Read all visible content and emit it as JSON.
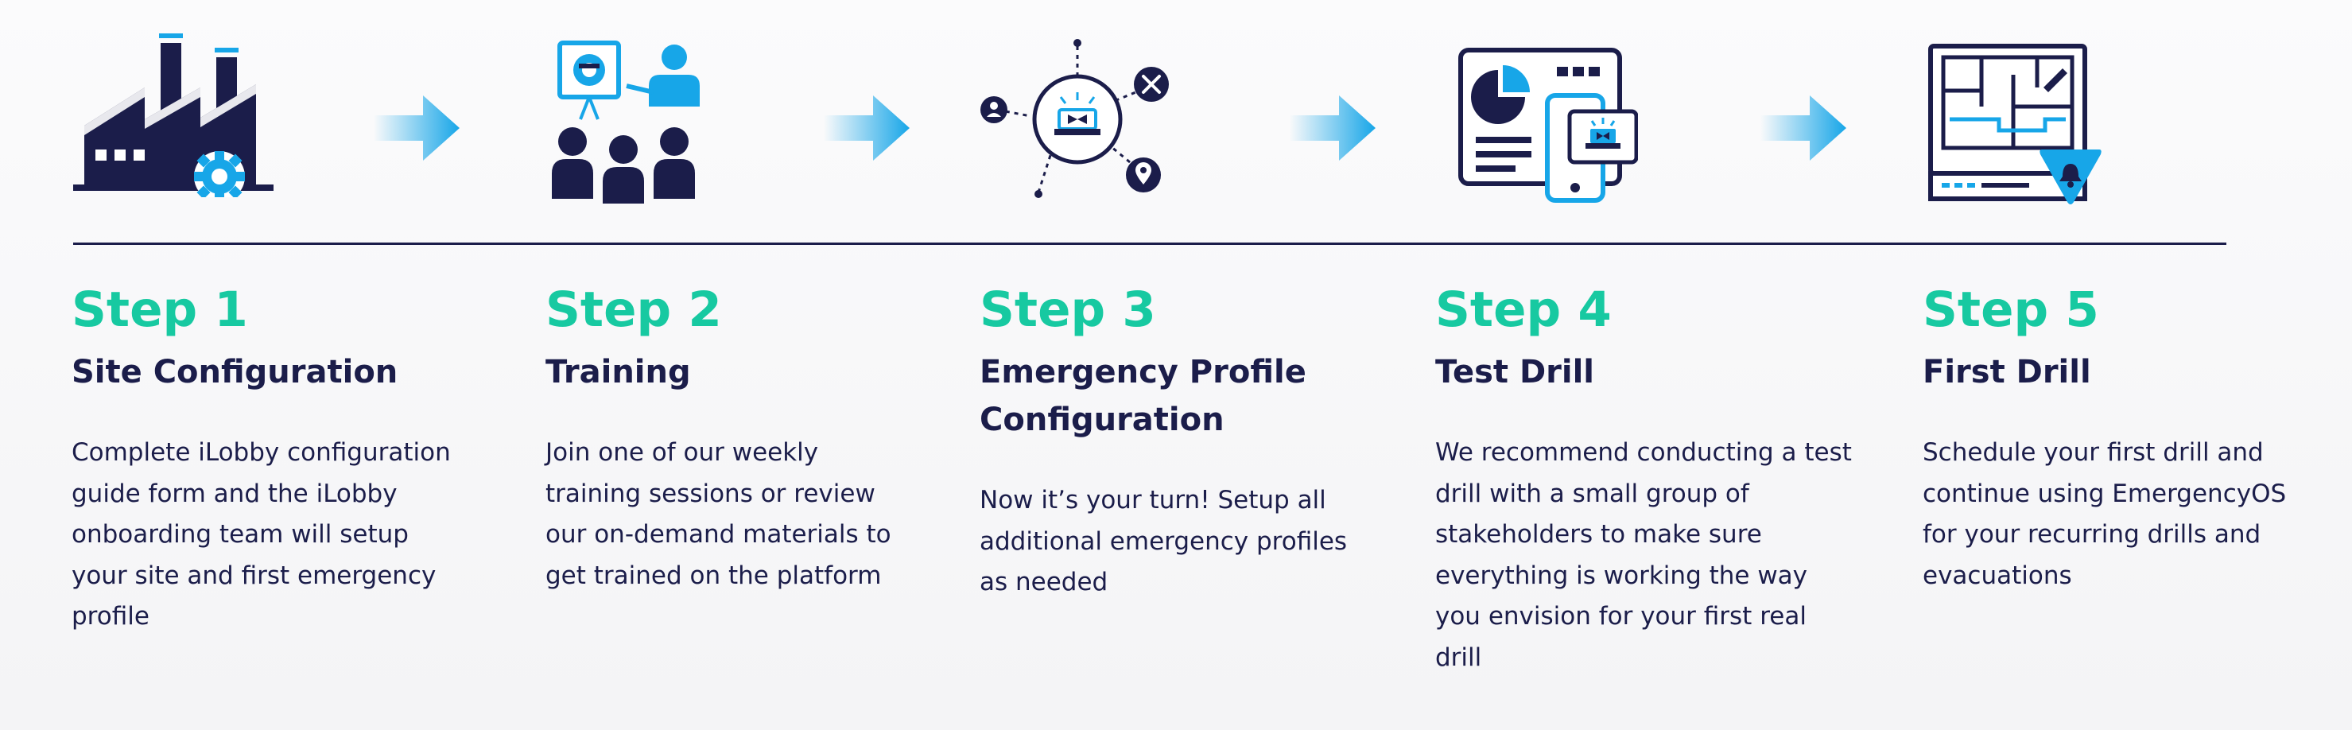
{
  "colors": {
    "navy": "#1b1d4a",
    "accent_blue": "#17a6e8",
    "accent_green": "#17c9a1"
  },
  "steps": [
    {
      "label": "Step 1",
      "title_lines": [
        "Site Configuration"
      ],
      "desc_lines": [
        "Complete iLobby configuration",
        "guide form and the iLobby",
        "onboarding team will setup",
        "your site and first emergency",
        "profile"
      ],
      "icon": "factory-gear-icon"
    },
    {
      "label": "Step 2",
      "title_lines": [
        "Training"
      ],
      "desc_lines": [
        "Join one of our weekly",
        "training sessions or review",
        "our on-demand materials to",
        "get trained on the platform"
      ],
      "icon": "training-presentation-icon"
    },
    {
      "label": "Step 3",
      "title_lines": [
        "Emergency Profile",
        "Configuration"
      ],
      "desc_lines": [
        "Now it’s your turn! Setup all",
        "additional emergency profiles",
        "as needed"
      ],
      "icon": "emergency-network-icon"
    },
    {
      "label": "Step 4",
      "title_lines": [
        "Test Drill"
      ],
      "desc_lines": [
        "We recommend conducting a test",
        "drill with a small group of",
        "stakeholders to make sure",
        "everything is working the way",
        "you envision for your first real",
        "drill"
      ],
      "icon": "dashboard-mobile-icon"
    },
    {
      "label": "Step 5",
      "title_lines": [
        "First Drill"
      ],
      "desc_lines": [
        "Schedule your first drill and",
        "continue using EmergencyOS",
        "for your recurring drills and",
        "evacuations"
      ],
      "icon": "floorplan-alert-icon"
    }
  ]
}
